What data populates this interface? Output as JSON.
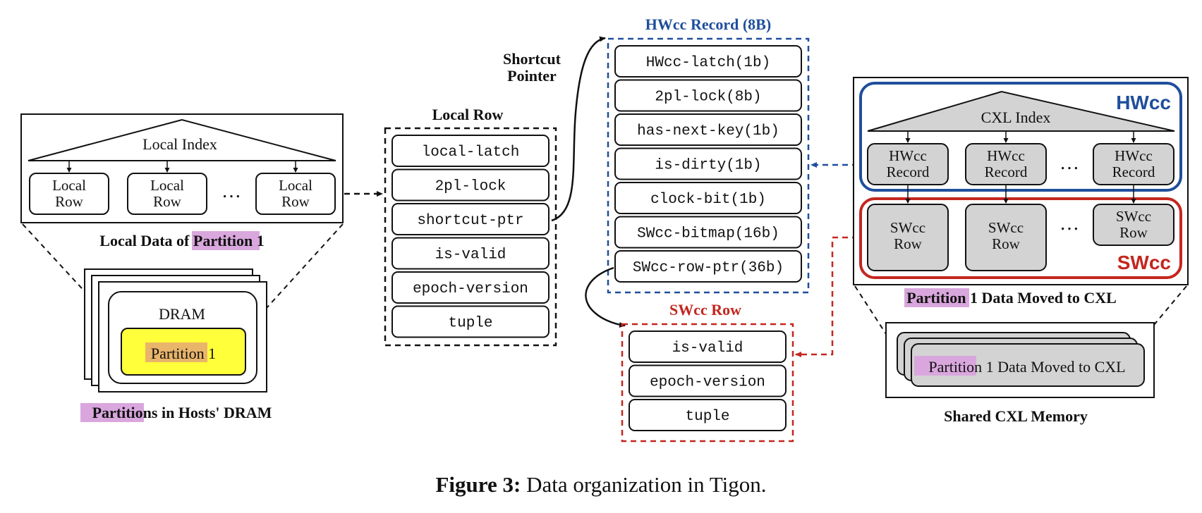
{
  "local_index": {
    "title": "Local Index",
    "rows": [
      "Local\nRow",
      "Local\nRow",
      "Local\nRow"
    ],
    "ellipsis": "…",
    "caption_pre": "Local Data of ",
    "caption_highlight": "Partition",
    "caption_post": " 1"
  },
  "dram": {
    "label": "DRAM",
    "partition_highlight": "Partition",
    "partition_post": " 1",
    "caption_highlight": "Partition",
    "caption_post": "s in Hosts' DRAM"
  },
  "local_row": {
    "title": "Local Row",
    "fields": [
      "local-latch",
      "2pl-lock",
      "shortcut-ptr",
      "is-valid",
      "epoch-version",
      "tuple"
    ]
  },
  "shortcut_label": "Shortcut\nPointer",
  "hwcc_record": {
    "title": "HWcc Record (8B)",
    "fields": [
      "HWcc-latch(1b)",
      "2pl-lock(8b)",
      "has-next-key(1b)",
      "is-dirty(1b)",
      "clock-bit(1b)",
      "SWcc-bitmap(16b)",
      "SWcc-row-ptr(36b)"
    ]
  },
  "swcc_row": {
    "title": "SWcc Row",
    "fields": [
      "is-valid",
      "epoch-version",
      "tuple"
    ]
  },
  "cxl": {
    "hwcc_label": "HWcc",
    "swcc_label": "SWcc",
    "index_title": "CXL Index",
    "hwcc_records": [
      "HWcc\nRecord",
      "HWcc\nRecord",
      "HWcc\nRecord"
    ],
    "swcc_rows": [
      "SWcc\nRow",
      "SWcc\nRow",
      "SWcc\nRow"
    ],
    "ellipsis": "…",
    "caption_highlight": "Partition",
    "caption_post": " 1 Data Moved to CXL",
    "shared_highlight": "Partition",
    "shared_post": " 1 Data Moved to CXL",
    "shared_caption": "Shared CXL Memory"
  },
  "figure_caption": {
    "label": "Figure 3:",
    "text": " Data organization in Tigon."
  },
  "colors": {
    "hwcc_blue": "#1f4e9c",
    "swcc_red": "#c4261f",
    "partition_highlight": "#d9a7dd",
    "partition_orange": "#e9b56a",
    "dram_yellow": "#ffff3a",
    "gray_fill": "#d3d3d3"
  }
}
